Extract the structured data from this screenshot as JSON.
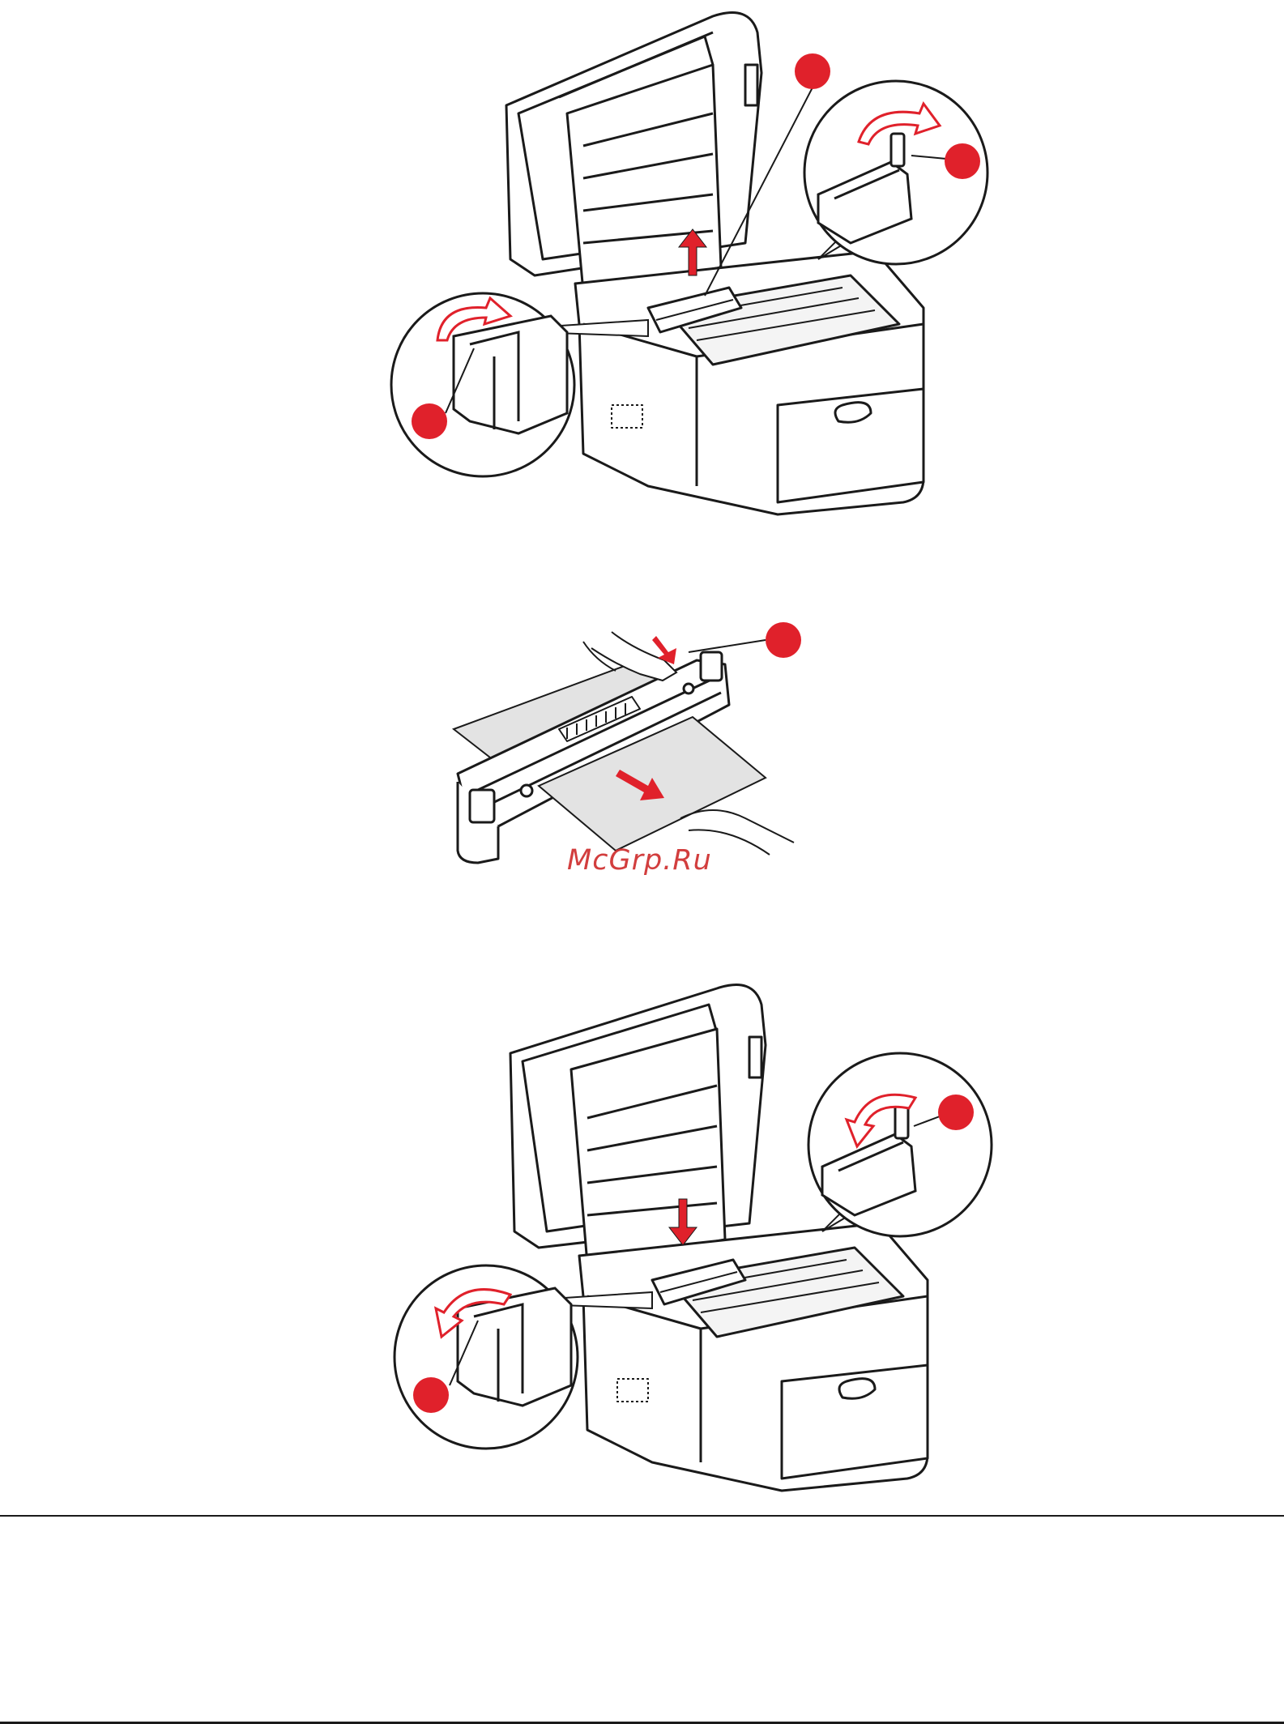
{
  "page": {
    "watermark": "McGrp.Ru"
  },
  "figures": [
    {
      "name": "fuser-release-levers-open",
      "callouts": 3
    },
    {
      "name": "remove-jammed-paper-from-fuser",
      "callouts": 1
    },
    {
      "name": "fuser-release-levers-close",
      "callouts": 3
    }
  ],
  "colors": {
    "line": "#1a1a1a",
    "accent": "#e0212b",
    "paper": "#e3e3e3",
    "background": "#ffffff"
  },
  "icons": {
    "callout": "red-dot-icon",
    "direction": "red-arrow-icon"
  }
}
